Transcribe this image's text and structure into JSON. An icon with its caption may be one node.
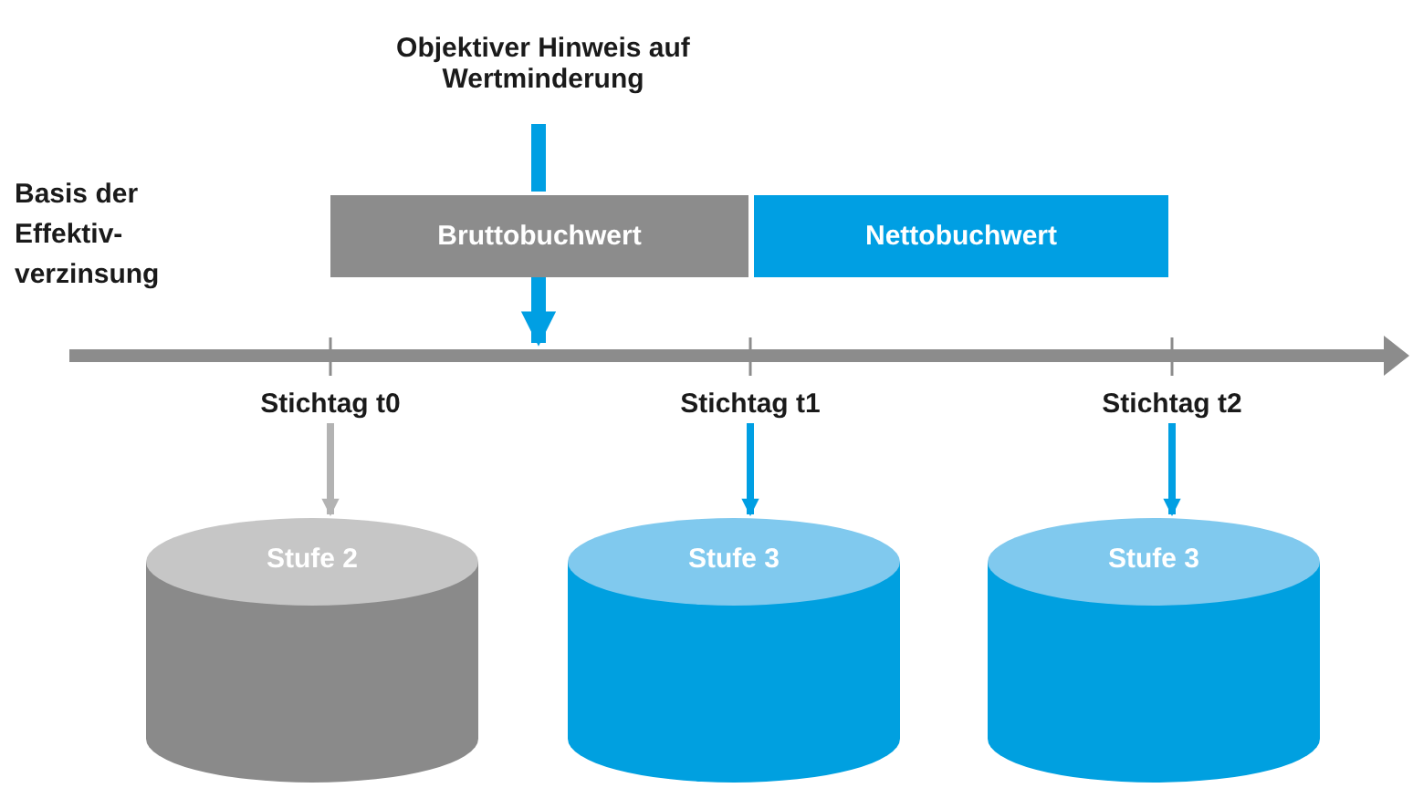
{
  "diagram": {
    "nodes": [
      {
        "text": [
          "Objektiver Hinweis auf Wertminderung"
        ]
      },
      {
        "text": [
          "Bruttobuchwert"
        ]
      },
      {
        "text": [
          "Nettobuchwert"
        ]
      },
      {
        "text": [
          "Stichtag t0"
        ]
      },
      {
        "text": [
          "Stichtag t1"
        ]
      },
      {
        "text": [
          "Stichtag t2"
        ]
      },
      {
        "text": [
          "Stufe 2"
        ]
      },
      {
        "text": [
          "Stufe 3"
        ]
      },
      {
        "text": [
          "Stufe 3"
        ]
      }
    ],
    "edges": [
      {
        "from": 0,
        "to": 1,
        "arrow": "none",
        "style": "thick"
      },
      {
        "from": 1,
        "to": null,
        "arrow": "to",
        "style": "thick"
      },
      {
        "from": 3,
        "to": 6,
        "arrow": "to",
        "color": "#b3b3b3"
      },
      {
        "from": 4,
        "to": 7,
        "arrow": "to"
      },
      {
        "from": 5,
        "to": 8,
        "arrow": "to"
      }
    ],
    "labels": [
      "Basis der Effektiv- verzinsung"
    ]
  }
}
